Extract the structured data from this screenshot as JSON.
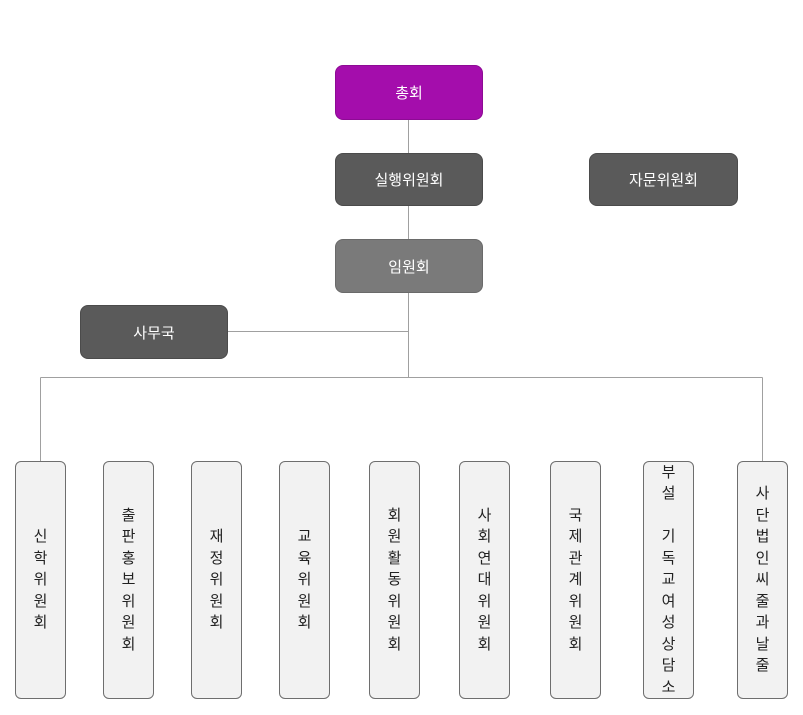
{
  "colors": {
    "top_box": "#a40dac",
    "dark_box": "#5a5a5a",
    "mid_box": "#7a7a7a",
    "sub_box": "#f2f2f2",
    "line": "#a0a0a0"
  },
  "nodes": {
    "general_assembly": "총회",
    "executive_committee": "실행위원회",
    "advisory_committee": "자문위원회",
    "board": "임원회",
    "secretariat": "사무국"
  },
  "committees": [
    "신학위원회",
    "출판홍보위원회",
    "재정위원회",
    "교육위원회",
    "회원활동위원회",
    "사회연대위원회",
    "국제관계위원회",
    "부설 기독교여성상담소",
    "사단법인씨줄과날줄"
  ]
}
